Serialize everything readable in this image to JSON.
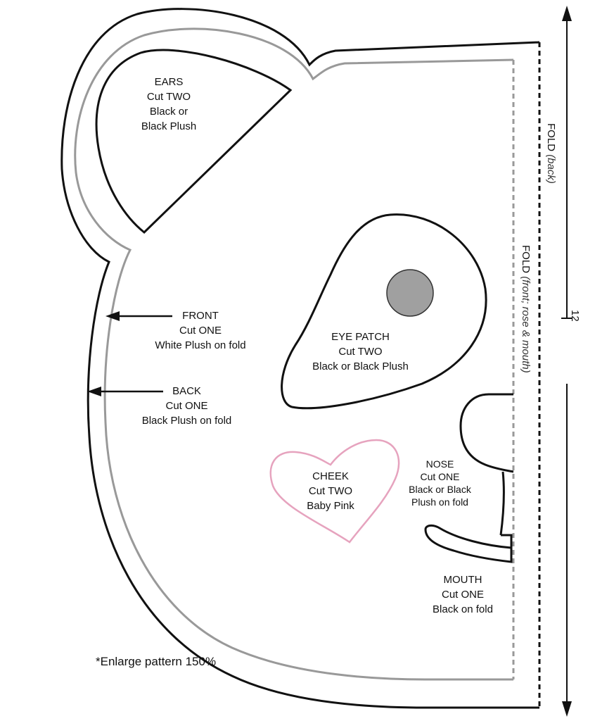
{
  "labels": {
    "ears": [
      "EARS",
      "Cut TWO",
      "Black or",
      "Black Plush"
    ],
    "front": [
      "FRONT",
      "Cut ONE",
      "White Plush on fold"
    ],
    "back": [
      "BACK",
      "Cut ONE",
      "Black Plush on fold"
    ],
    "eye_patch": [
      "EYE PATCH",
      "Cut TWO",
      "Black or Black Plush"
    ],
    "cheek": [
      "CHEEK",
      "Cut TWO",
      "Baby Pink"
    ],
    "nose": [
      "NOSE",
      "Cut ONE",
      "Black or Black",
      "Plush on fold"
    ],
    "mouth": [
      "MOUTH",
      "Cut ONE",
      "Black on fold"
    ]
  },
  "fold_back": {
    "main": "FOLD ",
    "detail": "(back)"
  },
  "fold_front": {
    "main": "FOLD ",
    "detail": "(front; rose & mouth)"
  },
  "measurement": "12",
  "note": "*Enlarge pattern 150%",
  "colors": {
    "outline": "#111111",
    "inner_line": "#9a9a9a",
    "eye_fill": "#a0a0a0",
    "cheek": "#e6a3be"
  }
}
